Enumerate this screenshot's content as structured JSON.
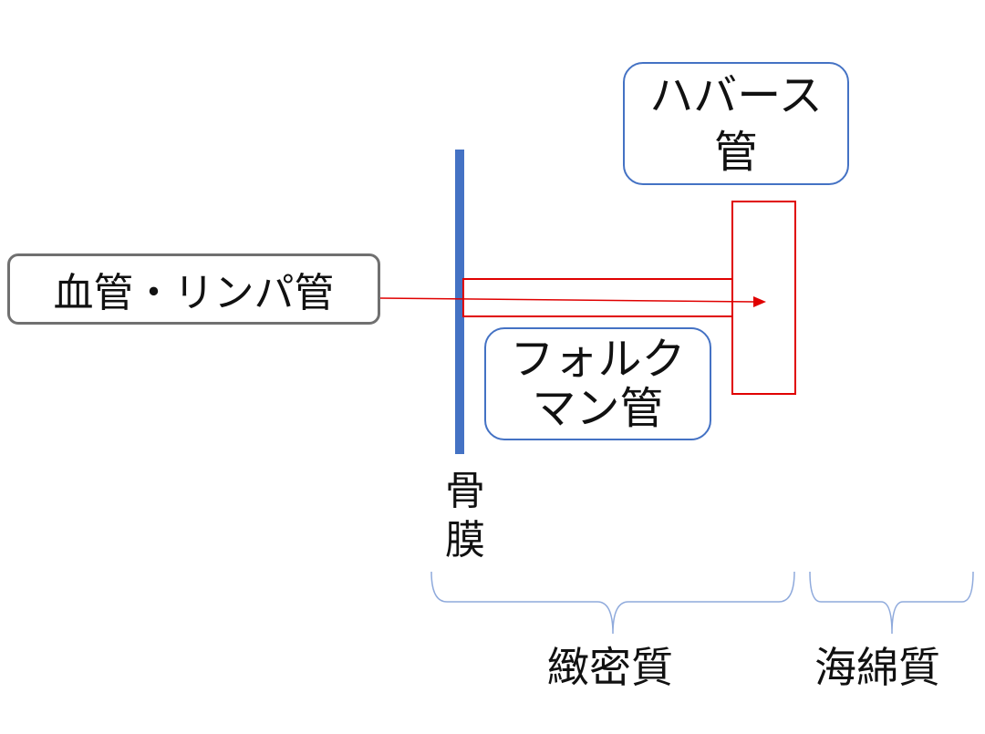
{
  "labels": {
    "blood_lymph_vessel": "血管・リンパ管",
    "haversian_canal_line1": "ハバース",
    "haversian_canal_line2": "管",
    "volkmann_canal_line1": "フォルク",
    "volkmann_canal_line2": "マン管",
    "periosteum_line1": "骨",
    "periosteum_line2": "膜",
    "compact_bone": "緻密質",
    "spongy_bone": "海綿質"
  },
  "colors": {
    "periosteum": "#4472c4",
    "canal_outline": "#e00000",
    "arrow": "#e00000",
    "label_border_gray": "#707070",
    "label_border_blue": "#4472c4",
    "brace": "#8faadc"
  }
}
